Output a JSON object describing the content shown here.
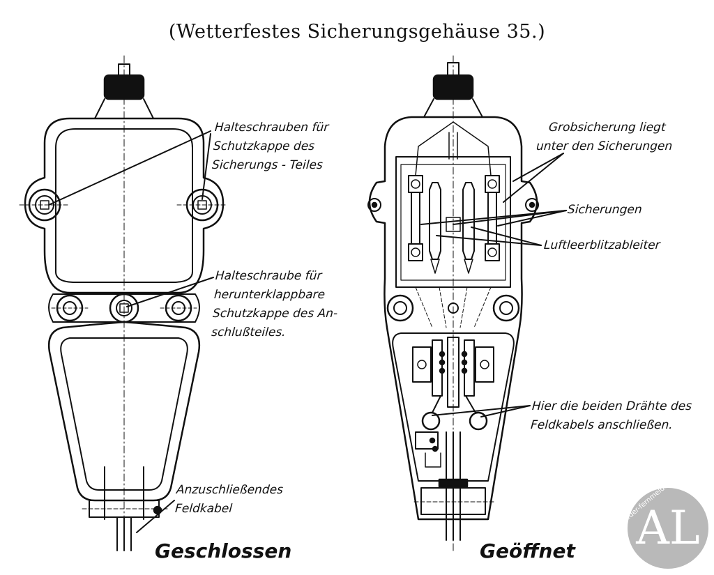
{
  "title": "(Wetterfestes Sicherungsgehäuse 35.)",
  "left": {
    "caption": "Geschlossen",
    "labels": {
      "halteschrauben": [
        "Halteschrauben für",
        "Schutzkappe des",
        "Sicherungs - Teiles"
      ],
      "halteschraube": [
        "Halteschraube für",
        "herunterklappbare",
        "Schutzkappe des An-",
        "schlußteiles."
      ],
      "feldkabel": [
        "Anzuschließendes",
        "Feldkabel"
      ]
    }
  },
  "right": {
    "caption": "Geöffnet",
    "labels": {
      "grobsicherung": [
        "Grobsicherung liegt",
        "unter den Sicherungen"
      ],
      "sicherungen": "Sicherungen",
      "blitzableiter": "Luftleerblitzableiter",
      "draehte": [
        "Hier die beiden Drähte des",
        "Feldkabels anschließen."
      ]
    }
  },
  "watermark": {
    "logo": "AL",
    "url": "www.der-fernmelder.de"
  }
}
